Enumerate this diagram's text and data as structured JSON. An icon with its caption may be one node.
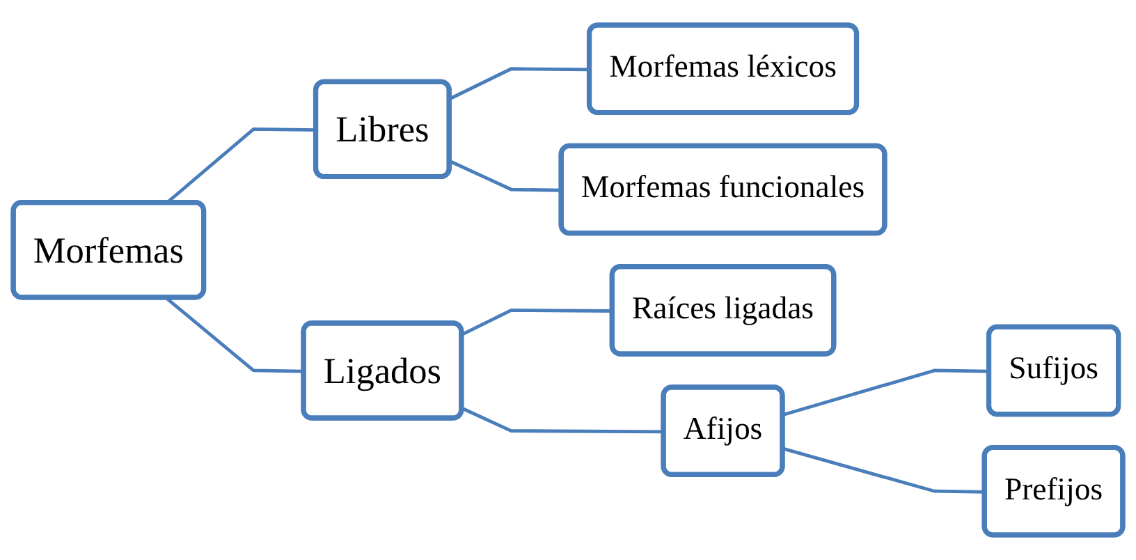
{
  "diagram": {
    "nodes": [
      {
        "text": [
          "Morfemas"
        ]
      },
      {
        "text": [
          "Libres"
        ]
      },
      {
        "text": [
          "Ligados"
        ]
      },
      {
        "text": [
          "Morfemas léxicos"
        ]
      },
      {
        "text": [
          "Morfemas funcionales"
        ]
      },
      {
        "text": [
          "Raíces ligadas"
        ]
      },
      {
        "text": [
          "Afijos"
        ]
      },
      {
        "text": [
          "Sufijos"
        ]
      },
      {
        "text": [
          "Prefijos"
        ]
      }
    ],
    "edges": [
      {
        "from": 0,
        "to": 1,
        "arrow": "none"
      },
      {
        "from": 0,
        "to": 2,
        "arrow": "none"
      },
      {
        "from": 1,
        "to": 3,
        "arrow": "none"
      },
      {
        "from": 1,
        "to": 4,
        "arrow": "none"
      },
      {
        "from": 2,
        "to": 5,
        "arrow": "none"
      },
      {
        "from": 2,
        "to": 6,
        "arrow": "none"
      },
      {
        "from": 6,
        "to": 7,
        "arrow": "none"
      },
      {
        "from": 6,
        "to": 8,
        "arrow": "none"
      }
    ]
  }
}
